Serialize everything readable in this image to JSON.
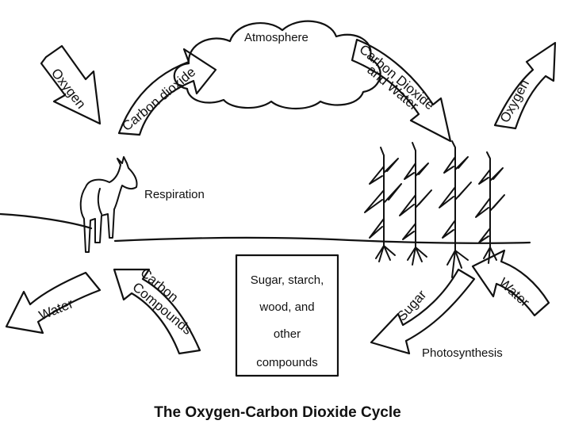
{
  "diagram": {
    "title": "The Oxygen-Carbon Dioxide Cycle",
    "labels": {
      "atmosphere": "Atmosphere",
      "respiration": "Respiration",
      "photosynthesis": "Photosynthesis"
    },
    "arrows": {
      "oxygen_left": "Oxygen",
      "carbon_dioxide": "Carbon dioxide",
      "co2_water_line1": "Carbon Dioxide",
      "co2_water_line2": "and Water",
      "oxygen_right": "Oxygen",
      "water_left": "Water",
      "carbon_compounds_line1": "Carbon",
      "carbon_compounds_line2": "Compounds",
      "sugar": "Sugar",
      "water_right": "Water"
    },
    "box": {
      "line1": "Sugar, starch,",
      "line2": "wood, and",
      "line3": "other",
      "line4": "compounds"
    }
  }
}
